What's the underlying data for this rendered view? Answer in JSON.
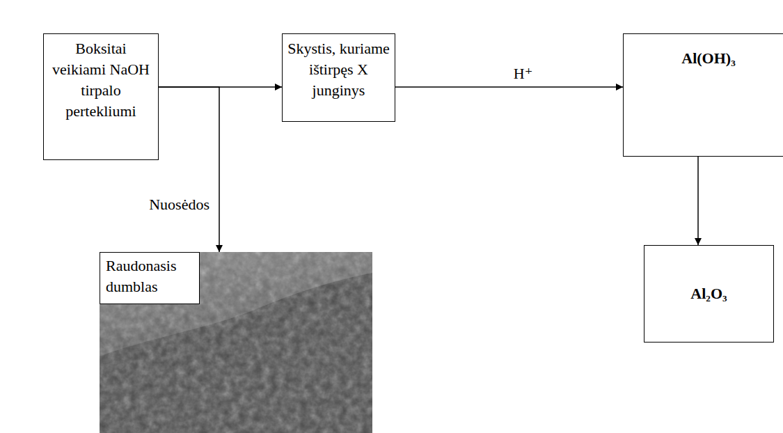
{
  "diagram": {
    "nodes": [
      {
        "text": [
          "Boksitai veikiami NaOH tirpalo pertekliumi"
        ]
      },
      {
        "text": [
          "Skystis, kuriame ištirpęs X junginys"
        ]
      },
      {
        "text": [
          "Al(OH)₃"
        ]
      },
      {
        "text": [
          "Al₂O₃"
        ]
      },
      {
        "text": [
          "Raudonasis dumblas"
        ]
      }
    ],
    "edges": [
      {
        "from": 0,
        "to": 1,
        "arrow": "to"
      },
      {
        "from": 0,
        "to": 4,
        "label": "Nuosėdos",
        "arrow": "to"
      },
      {
        "from": 1,
        "to": 2,
        "label": "H⁺",
        "arrow": "to"
      },
      {
        "from": 2,
        "to": 3,
        "arrow": "to"
      }
    ]
  }
}
